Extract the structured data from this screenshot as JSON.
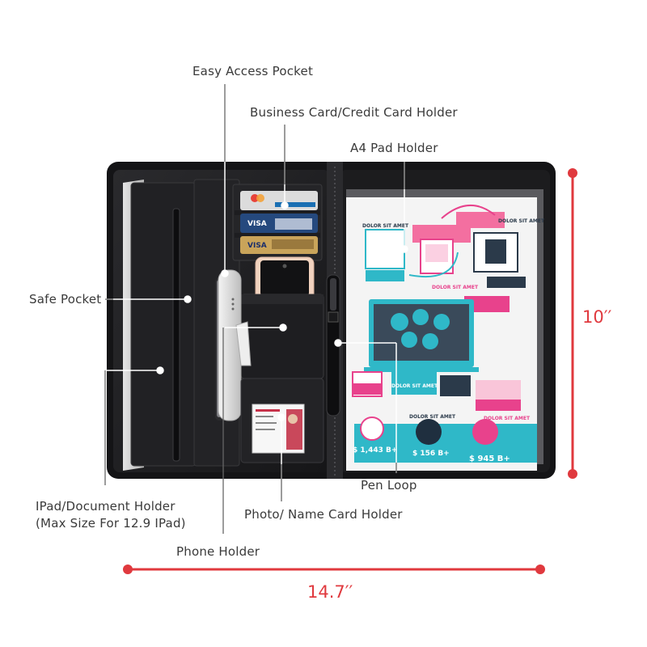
{
  "labels": {
    "easy_access_pocket": "Easy Access Pocket",
    "business_card_holder": "Business Card/Credit Card Holder",
    "a4_pad_holder": "A4 Pad Holder",
    "safe_pocket": "Safe Pocket",
    "ipad_holder_line1": "IPad/Document Holder",
    "ipad_holder_line2": "(Max Size For 12.9 IPad)",
    "phone_holder": "Phone Holder",
    "photo_name_card_holder": "Photo/ Name Card Holder",
    "pen_loop": "Pen Loop"
  },
  "dimensions": {
    "height": "10′′",
    "width": "14.7′′"
  },
  "pad_text": {
    "dolor_sit_amet": "DOLOR SIT AMET",
    "price_1": "$ 1,443 B+",
    "price_2": "$ 156 B+",
    "price_3": "$ 945 B+"
  },
  "card_text": {
    "visa": "VISA"
  },
  "colors": {
    "dimension_red": "#e0393e",
    "leather": "#1f1f21",
    "pink": "#e8428c",
    "teal": "#2fb8c8",
    "navy": "#2b3a4a",
    "label_grey": "#3a3a3a"
  }
}
